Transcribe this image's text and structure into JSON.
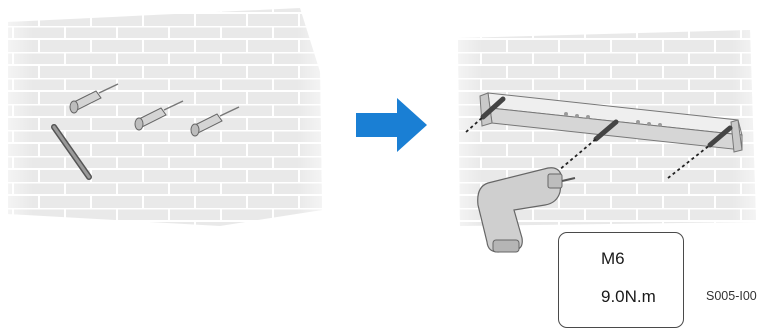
{
  "spec": {
    "screw_icon": "phillips-screw-icon",
    "screw_size": "M6",
    "torque_icon": "clockwise-rotation-icon",
    "torque_value": "9.0N.m"
  },
  "figure_code": "S005-I00",
  "colors": {
    "brick_fill": "#e9e9e9",
    "mortar": "#ffffff",
    "arrow": "#1a7fd4",
    "bracket": "#d9d9d9",
    "outline": "#4a4a4a"
  }
}
